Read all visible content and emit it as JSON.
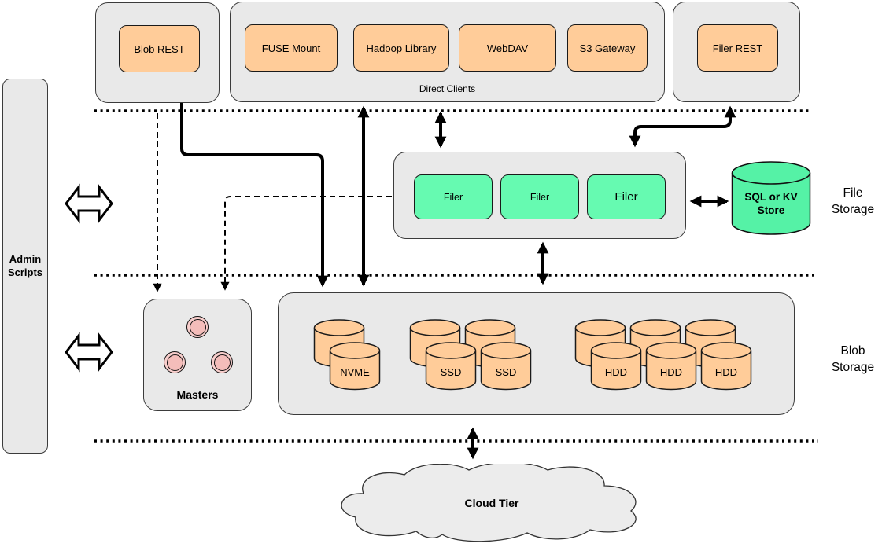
{
  "palette": {
    "container_fill": "#E9E9E9",
    "client_fill": "#FFCC99",
    "filer_fill": "#66FAB1",
    "store_fill": "#55F2A6",
    "master_fill": "#F8CECC",
    "connector": "#000000"
  },
  "admin": {
    "label": "Admin Scripts"
  },
  "top_row": {
    "blob_rest": {
      "label": "Blob REST"
    },
    "direct_clients": {
      "label": "Direct Clients",
      "clients": [
        "FUSE Mount",
        "Hadoop Library",
        "WebDAV",
        "S3 Gateway"
      ]
    },
    "filer_rest": {
      "label": "Filer REST"
    }
  },
  "file_storage": {
    "tier_label": "File Storage",
    "filers": [
      "Filer",
      "Filer",
      "Filer"
    ],
    "metadata_store": {
      "label": "SQL or KV Store"
    }
  },
  "blob_storage": {
    "tier_label": "Blob Storage",
    "masters": {
      "label": "Masters",
      "count": 3
    },
    "volumes": {
      "groups": [
        {
          "label": "NVME",
          "front": 1,
          "back": 1
        },
        {
          "label": "SSD",
          "front": 2,
          "back": 2
        },
        {
          "label": "HDD",
          "front": 3,
          "back": 3
        }
      ]
    }
  },
  "cloud": {
    "label": "Cloud Tier"
  }
}
